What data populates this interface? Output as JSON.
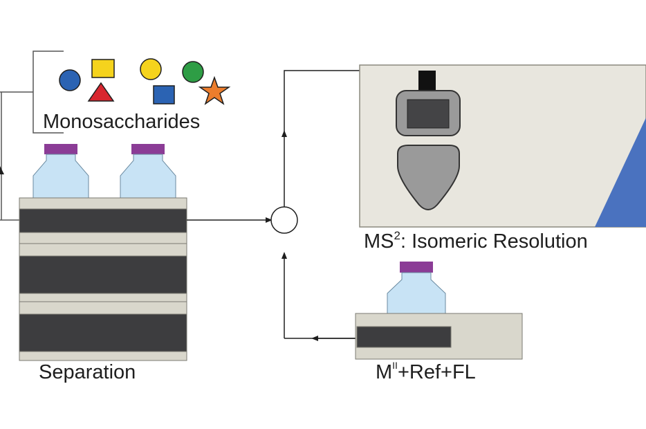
{
  "labels": {
    "monosaccharides": "Monosaccharides",
    "separation": "Separation",
    "ms2_prefix": "MS",
    "ms2_sup": "2",
    "ms2_suffix": ": Isomeric Resolution",
    "reagent_m": "M",
    "reagent_sup": "II",
    "reagent_suffix": "+Ref+FL"
  },
  "colors": {
    "blue": "#2b63b3",
    "yellow": "#f5d31d",
    "red": "#d8262f",
    "green": "#2e9d45",
    "orange": "#ec7d2c",
    "bottle_body": "#c8e3f5",
    "bottle_cap": "#8b3c96",
    "module_light": "#d9d7cc",
    "module_dark": "#3d3d3f",
    "ms_panel": "#e8e6de",
    "ms_source_grey": "#9a9a9a",
    "ms_triangle": "#4a72bf"
  },
  "icons": [
    "circle-shape",
    "square-shape",
    "triangle-shape",
    "star-shape"
  ]
}
